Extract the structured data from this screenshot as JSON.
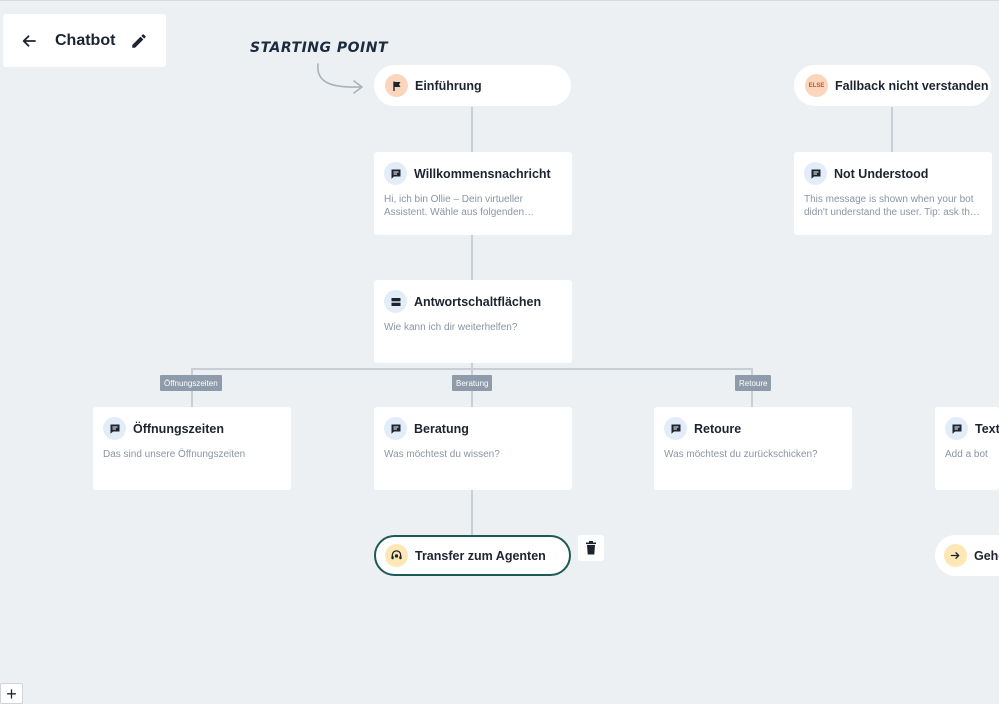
{
  "header": {
    "title": "Chatbot"
  },
  "annotation": {
    "starting_point": "STARTING POINT"
  },
  "nodes": {
    "einfuehrung": {
      "label": "Einführung",
      "icon": "flag-icon"
    },
    "fallback": {
      "label": "Fallback nicht verstanden",
      "icon_text": "ELSE"
    },
    "willkommen": {
      "title": "Willkommensnachricht",
      "desc": "Hi, ich bin Ollie – Dein virtueller Assistent. Wähle aus folgenden…",
      "icon": "message-icon"
    },
    "not_understood": {
      "title": "Not Understood",
      "desc": "This message is shown when your bot didn't understand the user. Tip: ask th…",
      "icon": "message-icon"
    },
    "antwort": {
      "title": "Antwortschaltflächen",
      "desc": "Wie kann ich dir weiterhelfen?",
      "icon": "buttons-icon"
    },
    "oeffnung": {
      "title": "Öffnungszeiten",
      "desc": "Das sind unsere Öffnungszeiten",
      "icon": "message-icon"
    },
    "beratung": {
      "title": "Beratung",
      "desc": "Was möchtest du wissen?",
      "icon": "message-icon"
    },
    "retoure": {
      "title": "Retoure",
      "desc": "Was möchtest du zurückschicken?",
      "icon": "message-icon"
    },
    "text": {
      "title": "Text",
      "desc": "Add a bot m",
      "icon": "message-icon"
    },
    "transfer": {
      "label": "Transfer zum Agenten",
      "icon": "agent-icon"
    },
    "gehe": {
      "label": "Gehe",
      "icon": "arrow-right-icon"
    }
  },
  "branches": {
    "oeffnung": "Öffnungszeiten",
    "beratung": "Beratung",
    "retoure": "Retoure"
  },
  "controls": {
    "zoom_in": "+"
  }
}
